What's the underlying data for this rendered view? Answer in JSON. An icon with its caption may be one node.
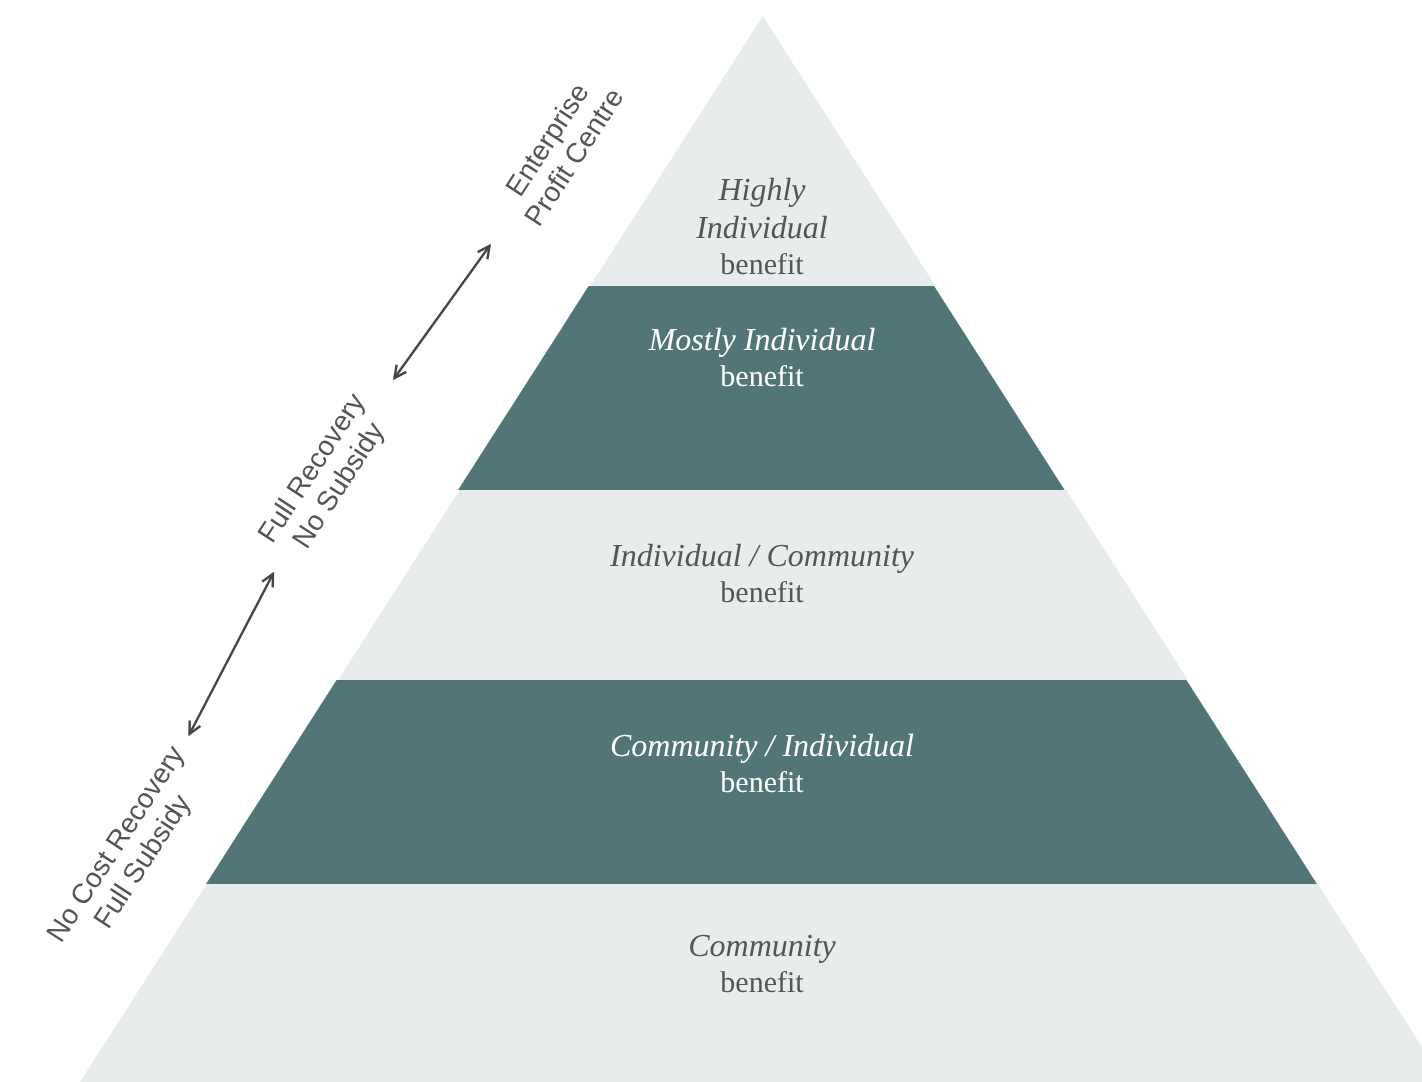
{
  "diagram": {
    "nodes": [
      {
        "text": [
          "Highly Individual",
          "benefit"
        ]
      },
      {
        "text": [
          "Mostly Individual",
          "benefit"
        ]
      },
      {
        "text": [
          "Individual / Community",
          "benefit"
        ]
      },
      {
        "text": [
          "Community / Individual",
          "benefit"
        ]
      },
      {
        "text": [
          "Community",
          "benefit"
        ]
      },
      {
        "text": [
          "Enterprise Profit Centre"
        ]
      },
      {
        "text": [
          "Full Recovery No Subsidy"
        ]
      },
      {
        "text": [
          "No Cost Recovery Full Subsidy"
        ]
      }
    ],
    "edges": [
      {
        "from": 6,
        "to": 5,
        "arrow": "both"
      },
      {
        "from": 7,
        "to": 6,
        "arrow": "both"
      }
    ]
  }
}
